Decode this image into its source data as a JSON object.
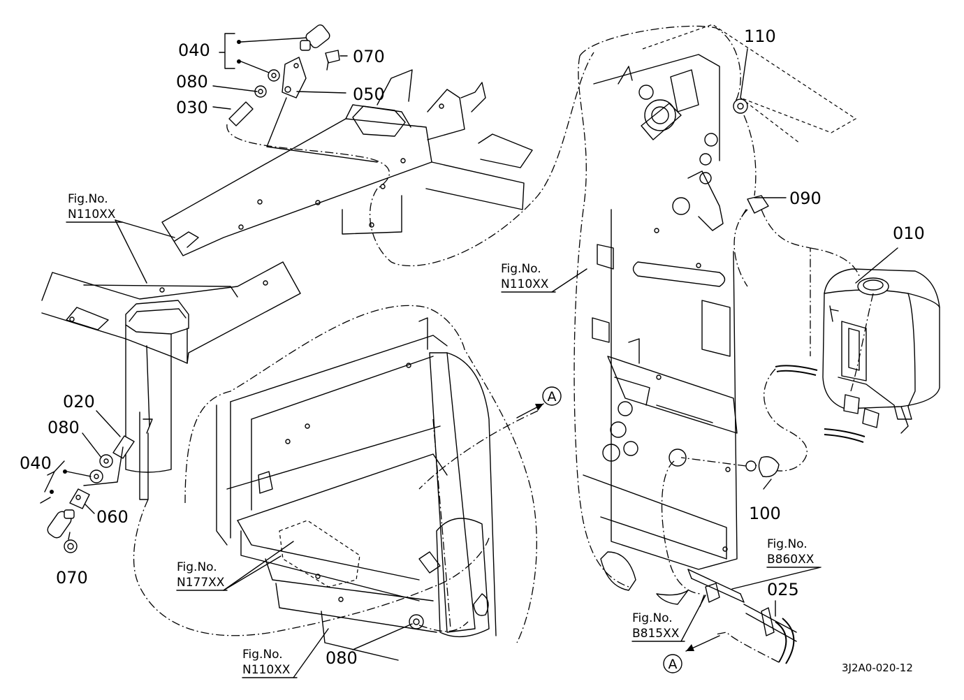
{
  "part_labels": {
    "p040_top": "040",
    "p070_top": "070",
    "p080_top": "080",
    "p050": "050",
    "p030": "030",
    "p110": "110",
    "p090": "090",
    "p010": "010",
    "p020": "020",
    "p080_left": "080",
    "p040_left": "040",
    "p060": "060",
    "p070_bottom": "070",
    "p100": "100",
    "p025": "025",
    "p080_bottom": "080"
  },
  "figure_refs": {
    "fig_no_label": "Fig.No.",
    "n110_upper_left": "N110XX",
    "n110_center": "N110XX",
    "n177": "N177XX",
    "n110_bottom": "N110XX",
    "b860": "B860XX",
    "b815": "B815XX"
  },
  "connection_markers": {
    "marker_a_upper": "A",
    "marker_a_lower": "A"
  },
  "drawing_code": "3J2A0-020-12"
}
